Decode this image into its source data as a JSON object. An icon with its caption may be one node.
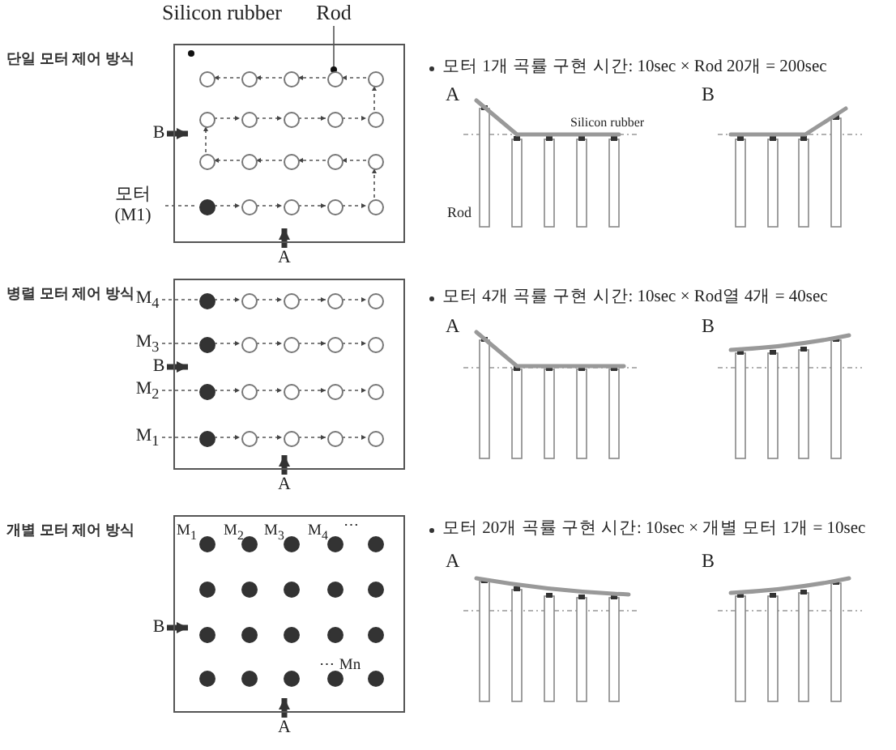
{
  "diagram": {
    "nodes": [
      {
        "text": [
          "단일 모터 제어 방식"
        ]
      },
      {
        "text": [],
        "shape": "circle",
        "in": 0
      },
      {
        "text": [],
        "shape": "circle",
        "in": 0
      },
      {
        "text": [],
        "shape": "circle",
        "in": 0
      },
      {
        "text": [],
        "shape": "circle",
        "in": 0
      },
      {
        "text": [],
        "shape": "circle",
        "in": 0
      },
      {
        "text": [],
        "shape": "circle",
        "in": 0
      },
      {
        "text": [],
        "shape": "circle",
        "in": 0
      },
      {
        "text": [],
        "shape": "circle",
        "in": 0
      },
      {
        "text": [],
        "shape": "circle",
        "in": 0
      },
      {
        "text": [],
        "shape": "circle",
        "in": 0
      },
      {
        "text": [],
        "shape": "circle",
        "in": 0
      },
      {
        "text": [],
        "shape": "circle",
        "in": 0
      },
      {
        "text": [],
        "shape": "circle",
        "in": 0
      },
      {
        "text": [],
        "shape": "circle",
        "in": 0
      },
      {
        "text": [],
        "shape": "circle",
        "in": 0
      },
      {
        "text": [],
        "shape": "dot",
        "in": 0
      },
      {
        "text": [],
        "shape": "circle",
        "in": 0
      },
      {
        "text": [],
        "shape": "circle",
        "in": 0
      },
      {
        "text": [],
        "shape": "circle",
        "in": 0
      },
      {
        "text": [],
        "shape": "circle",
        "in": 0
      },
      {
        "text": [
          "Rod"
        ]
      },
      {
        "text": [
          "모터 (M1)"
        ]
      },
      {
        "text": [
          "병렬 모터 제어 방식"
        ]
      },
      {
        "text": [],
        "shape": "dot",
        "in": 23
      },
      {
        "text": [],
        "shape": "circle",
        "in": 23
      },
      {
        "text": [],
        "shape": "circle",
        "in": 23
      },
      {
        "text": [],
        "shape": "circle",
        "in": 23
      },
      {
        "text": [],
        "shape": "circle",
        "in": 23
      },
      {
        "text": [],
        "shape": "dot",
        "in": 23
      },
      {
        "text": [],
        "shape": "circle",
        "in": 23
      },
      {
        "text": [],
        "shape": "circle",
        "in": 23
      },
      {
        "text": [],
        "shape": "circle",
        "in": 23
      },
      {
        "text": [],
        "shape": "circle",
        "in": 23
      },
      {
        "text": [],
        "shape": "dot",
        "in": 23
      },
      {
        "text": [],
        "shape": "circle",
        "in": 23
      },
      {
        "text": [],
        "shape": "circle",
        "in": 23
      },
      {
        "text": [],
        "shape": "circle",
        "in": 23
      },
      {
        "text": [],
        "shape": "circle",
        "in": 23
      },
      {
        "text": [],
        "shape": "dot",
        "in": 23
      },
      {
        "text": [],
        "shape": "circle",
        "in": 23
      },
      {
        "text": [],
        "shape": "circle",
        "in": 23
      },
      {
        "text": [],
        "shape": "circle",
        "in": 23
      },
      {
        "text": [],
        "shape": "circle",
        "in": 23
      },
      {
        "text": [
          "M$_{4}$"
        ]
      },
      {
        "text": [
          "M$_{3}$"
        ]
      },
      {
        "text": [
          "M$_{2}$"
        ]
      },
      {
        "text": [
          "M$_{1}$"
        ]
      },
      {
        "text": [
          "개별 모터 제어 방식"
        ]
      },
      {
        "text": [],
        "shape": "dot",
        "in": 48
      },
      {
        "text": [],
        "shape": "dot",
        "in": 48
      },
      {
        "text": [],
        "shape": "dot",
        "in": 48
      },
      {
        "text": [],
        "shape": "dot",
        "in": 48
      },
      {
        "text": [],
        "shape": "dot",
        "in": 48
      },
      {
        "text": [],
        "shape": "dot",
        "in": 48
      },
      {
        "text": [],
        "shape": "dot",
        "in": 48
      },
      {
        "text": [],
        "shape": "dot",
        "in": 48
      },
      {
        "text": [],
        "shape": "dot",
        "in": 48
      },
      {
        "text": [],
        "shape": "dot",
        "in": 48
      },
      {
        "text": [],
        "shape": "dot",
        "in": 48
      },
      {
        "text": [],
        "shape": "dot",
        "in": 48
      },
      {
        "text": [],
        "shape": "dot",
        "in": 48
      },
      {
        "text": [],
        "shape": "dot",
        "in": 48
      },
      {
        "text": [],
        "shape": "dot",
        "in": 48
      },
      {
        "text": [],
        "shape": "dot",
        "in": 48
      },
      {
        "text": [],
        "shape": "dot",
        "in": 48
      },
      {
        "text": [],
        "shape": "dot",
        "in": 48
      },
      {
        "text": [],
        "shape": "dot",
        "in": 48
      },
      {
        "text": [],
        "shape": "dot",
        "in": 48
      },
      {
        "text": [
          "B"
        ]
      },
      {
        "text": [
          "A"
        ]
      },
      {
        "text": [
          "B"
        ]
      },
      {
        "text": [
          "A"
        ]
      },
      {
        "text": [
          "B"
        ]
      },
      {
        "text": [
          "A"
        ]
      }
    ],
    "edges": [
      {
        "from": 16,
        "to": 17,
        "arrow": "to",
        "style": "dashed"
      },
      {
        "from": 17,
        "to": 18,
        "arrow": "to",
        "style": "dashed"
      },
      {
        "from": 18,
        "to": 19,
        "arrow": "to",
        "style": "dashed"
      },
      {
        "from": 19,
        "to": 20,
        "arrow": "to",
        "style": "dashed"
      },
      {
        "from": 20,
        "to": 15,
        "arrow": "to",
        "style": "dashed"
      },
      {
        "from": 15,
        "to": 14,
        "arrow": "to",
        "style": "dashed"
      },
      {
        "from": 14,
        "to": 13,
        "arrow": "to",
        "style": "dashed"
      },
      {
        "from": 13,
        "to": 12,
        "arrow": "to",
        "style": "dashed"
      },
      {
        "from": 12,
        "to": 11,
        "arrow": "to",
        "style": "dashed"
      },
      {
        "from": 11,
        "to": 6,
        "arrow": "to",
        "style": "dashed"
      },
      {
        "from": 6,
        "to": 7,
        "arrow": "to",
        "style": "dashed"
      },
      {
        "from": 7,
        "to": 8,
        "arrow": "to",
        "style": "dashed"
      },
      {
        "from": 8,
        "to": 9,
        "arrow": "to",
        "style": "dashed"
      },
      {
        "from": 9,
        "to": 10,
        "arrow": "to",
        "style": "dashed"
      },
      {
        "from": 10,
        "to": 5,
        "arrow": "to",
        "style": "dashed"
      },
      {
        "from": 5,
        "to": 4,
        "arrow": "to",
        "style": "dashed"
      },
      {
        "from": 4,
        "to": 3,
        "arrow": "to",
        "style": "dashed"
      },
      {
        "from": 3,
        "to": 2,
        "arrow": "to",
        "style": "dashed"
      },
      {
        "from": 2,
        "to": 1,
        "arrow": "to",
        "style": "dashed"
      },
      {
        "from": 21,
        "to": 4,
        "arrow": "other"
      },
      {
        "from": 22,
        "to": 16,
        "arrow": "none",
        "style": "dashed"
      },
      {
        "from": 44,
        "to": 24,
        "arrow": "none",
        "style": "dashed"
      },
      {
        "from": 24,
        "to": 25,
        "arrow": "to",
        "style": "dashed"
      },
      {
        "from": 25,
        "to": 26,
        "arrow": "to",
        "style": "dashed"
      },
      {
        "from": 26,
        "to": 27,
        "arrow": "to",
        "style": "dashed"
      },
      {
        "from": 27,
        "to": 28,
        "arrow": "to",
        "style": "dashed"
      },
      {
        "from": 45,
        "to": 29,
        "arrow": "none",
        "style": "dashed"
      },
      {
        "from": 29,
        "to": 30,
        "arrow": "to",
        "style": "dashed"
      },
      {
        "from": 30,
        "to": 31,
        "arrow": "to",
        "style": "dashed"
      },
      {
        "from": 31,
        "to": 32,
        "arrow": "to",
        "style": "dashed"
      },
      {
        "from": 32,
        "to": 33,
        "arrow": "to",
        "style": "dashed"
      },
      {
        "from": 46,
        "to": 34,
        "arrow": "none",
        "style": "dashed"
      },
      {
        "from": 34,
        "to": 35,
        "arrow": "to",
        "style": "dashed"
      },
      {
        "from": 35,
        "to": 36,
        "arrow": "to",
        "style": "dashed"
      },
      {
        "from": 36,
        "to": 37,
        "arrow": "to",
        "style": "dashed"
      },
      {
        "from": 37,
        "to": 38,
        "arrow": "to",
        "style": "dashed"
      },
      {
        "from": 47,
        "to": 39,
        "arrow": "none",
        "style": "dashed"
      },
      {
        "from": 39,
        "to": 40,
        "arrow": "to",
        "style": "dashed"
      },
      {
        "from": 40,
        "to": 41,
        "arrow": "to",
        "style": "dashed"
      },
      {
        "from": 41,
        "to": 42,
        "arrow": "to",
        "style": "dashed"
      },
      {
        "from": 42,
        "to": 43,
        "arrow": "to",
        "style": "dashed"
      },
      {
        "from": 69,
        "to": 0,
        "arrow": "to",
        "style": "thick"
      },
      {
        "from": 70,
        "to": 0,
        "arrow": "to",
        "style": "thick"
      },
      {
        "from": 71,
        "to": 23,
        "arrow": "to",
        "style": "thick"
      },
      {
        "from": 72,
        "to": 23,
        "arrow": "to",
        "style": "thick"
      },
      {
        "from": 73,
        "to": 48,
        "arrow": "to",
        "style": "thick"
      },
      {
        "from": 74,
        "to": 48,
        "arrow": "to",
        "style": "thick"
      }
    ],
    "labels": [
      "Silicon rubber",
      "모터 1개 곡률 구현 시간: 10sec × Rod 20개 = 200sec",
      "A",
      "B",
      "Silicon rubber",
      "Rod",
      "모터 4개 곡률 구현 시간: 10sec × Rod열 4개 = 40sec",
      "A",
      "B",
      "M$_{1}$",
      "M$_{2}$",
      "M$_{3}$",
      "M$_{4}$",
      "⋯",
      "모터 20개 곡률 구현 시간: 10sec × 개별 모터 1개 = 10sec",
      "A",
      "B",
      "⋯ Mn"
    ]
  }
}
